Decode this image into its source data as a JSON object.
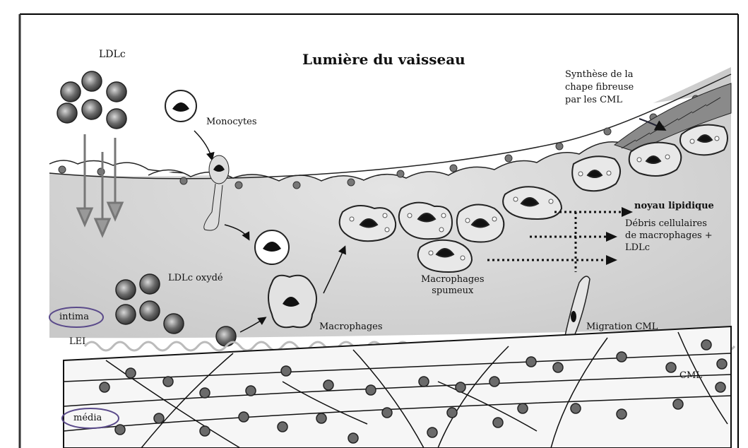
{
  "labels": {
    "ldlc_top": "LDLc",
    "lumen": "Lumière du vaisseau",
    "monocytes": "Monocytes",
    "synthese_line1": "Synthèse de la",
    "synthese_line2": "chape fibreuse",
    "synthese_line3": "par les CML",
    "noyau": "noyau lipidique",
    "debris_line1": "Débris cellulaires",
    "debris_line2": "de macrophages +",
    "debris_line3": "LDLc",
    "ldlc_oxyde": "LDLc oxydé",
    "macrophages_spumeux_line1": "Macrophages",
    "macrophages_spumeux_line2": "spumeux",
    "macrophages": "Macrophages",
    "migration": "Migration CML",
    "intima": "intima",
    "lei": "LEI",
    "cml": "CML",
    "media": "média"
  }
}
